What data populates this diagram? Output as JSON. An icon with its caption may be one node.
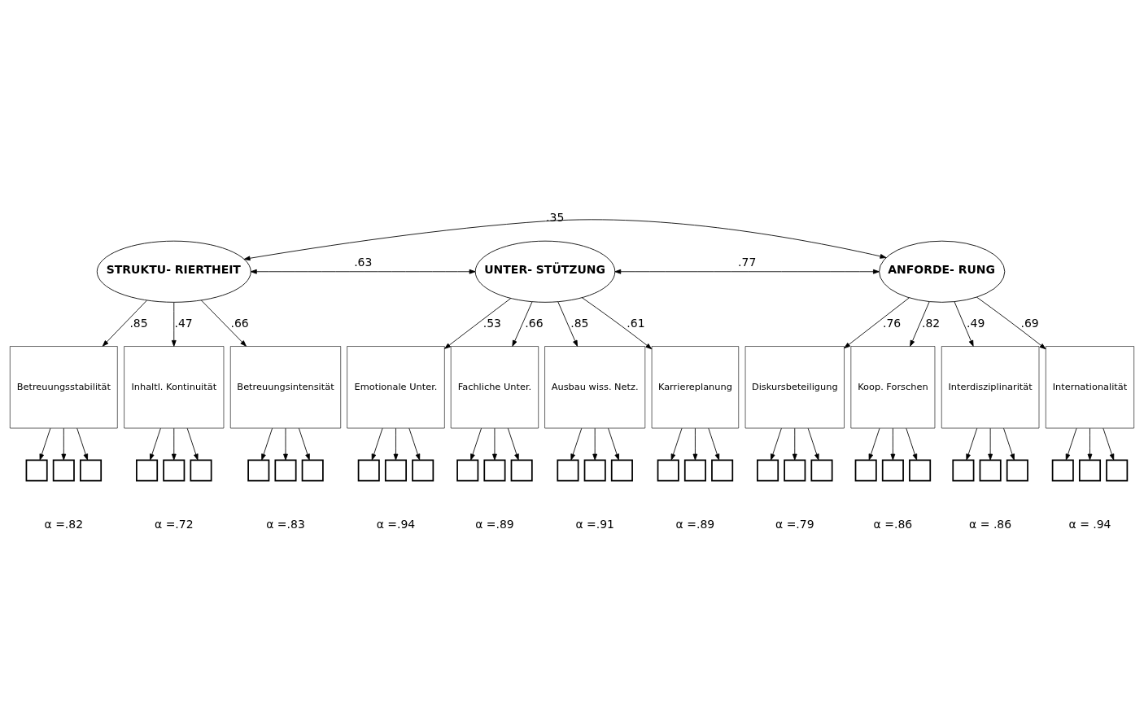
{
  "diagram": {
    "nodes": [
      {
        "text": [
          "STRUKTU- RIERTHEIT"
        ]
      },
      {
        "text": [
          "UNTER- STÜTZUNG"
        ]
      },
      {
        "text": [
          "ANFORDE- RUNG"
        ]
      },
      {
        "text": [
          "Betreuungsstabilität"
        ]
      },
      {
        "text": [
          "Inhaltl. Kontinuität"
        ]
      },
      {
        "text": [
          "Betreuungsintensität"
        ]
      },
      {
        "text": [
          "Emotionale Unter."
        ]
      },
      {
        "text": [
          "Fachliche Unter."
        ]
      },
      {
        "text": [
          "Ausbau wiss. Netz."
        ]
      },
      {
        "text": [
          "Karriereplanung"
        ]
      },
      {
        "text": [
          "Diskursbeteiligung"
        ]
      },
      {
        "text": [
          "Koop. Forschen"
        ]
      },
      {
        "text": [
          "Interdisziplinarität"
        ]
      },
      {
        "text": [
          "Internationalität"
        ]
      },
      {
        "text": [],
        "shape": "box"
      },
      {
        "text": [],
        "shape": "box"
      },
      {
        "text": [],
        "shape": "box"
      },
      {
        "text": [],
        "shape": "box"
      },
      {
        "text": [],
        "shape": "box"
      },
      {
        "text": [],
        "shape": "box"
      },
      {
        "text": [],
        "shape": "box"
      },
      {
        "text": [],
        "shape": "box"
      },
      {
        "text": [],
        "shape": "box"
      },
      {
        "text": [],
        "shape": "box"
      },
      {
        "text": [],
        "shape": "box"
      },
      {
        "text": [],
        "shape": "box"
      },
      {
        "text": [],
        "shape": "box"
      },
      {
        "text": [],
        "shape": "box"
      },
      {
        "text": [],
        "shape": "box"
      },
      {
        "text": [],
        "shape": "box"
      },
      {
        "text": [],
        "shape": "box"
      },
      {
        "text": [],
        "shape": "box"
      },
      {
        "text": [],
        "shape": "box"
      },
      {
        "text": [],
        "shape": "box"
      },
      {
        "text": [],
        "shape": "box"
      },
      {
        "text": [],
        "shape": "box"
      },
      {
        "text": [],
        "shape": "box"
      },
      {
        "text": [],
        "shape": "box"
      },
      {
        "text": [],
        "shape": "box"
      },
      {
        "text": [],
        "shape": "box"
      },
      {
        "text": [],
        "shape": "box"
      },
      {
        "text": [],
        "shape": "box"
      },
      {
        "text": [],
        "shape": "box"
      },
      {
        "text": [],
        "shape": "box"
      },
      {
        "text": [],
        "shape": "box"
      },
      {
        "text": [],
        "shape": "box"
      },
      {
        "text": [],
        "shape": "box"
      }
    ],
    "edges": [
      {
        "from": 0,
        "to": 2,
        "arrow": "both",
        "label": ".35"
      },
      {
        "from": 0,
        "to": 1,
        "arrow": "both",
        "label": ".63"
      },
      {
        "from": 1,
        "to": 2,
        "arrow": "both",
        "label": ".77"
      },
      {
        "from": 0,
        "to": 3,
        "arrow": "to",
        "label": ".85"
      },
      {
        "from": 0,
        "to": 4,
        "arrow": "to",
        "label": ".47"
      },
      {
        "from": 0,
        "to": 5,
        "arrow": "to",
        "label": ".66"
      },
      {
        "from": 1,
        "to": 6,
        "arrow": "to",
        "label": ".53"
      },
      {
        "from": 1,
        "to": 7,
        "arrow": "to",
        "label": ".66"
      },
      {
        "from": 1,
        "to": 8,
        "arrow": "to",
        "label": ".85"
      },
      {
        "from": 1,
        "to": 9,
        "arrow": "to",
        "label": ".61"
      },
      {
        "from": 2,
        "to": 10,
        "arrow": "to",
        "label": ".76"
      },
      {
        "from": 2,
        "to": 11,
        "arrow": "to",
        "label": ".82"
      },
      {
        "from": 2,
        "to": 12,
        "arrow": "to",
        "label": ".49"
      },
      {
        "from": 2,
        "to": 13,
        "arrow": "to",
        "label": ".69"
      },
      {
        "from": 3,
        "to": 14,
        "arrow": "to"
      },
      {
        "from": 3,
        "to": 15,
        "arrow": "to"
      },
      {
        "from": 3,
        "to": 16,
        "arrow": "to"
      },
      {
        "from": 4,
        "to": 17,
        "arrow": "to"
      },
      {
        "from": 4,
        "to": 18,
        "arrow": "to"
      },
      {
        "from": 4,
        "to": 19,
        "arrow": "to"
      },
      {
        "from": 5,
        "to": 20,
        "arrow": "to"
      },
      {
        "from": 5,
        "to": 21,
        "arrow": "to"
      },
      {
        "from": 5,
        "to": 22,
        "arrow": "to"
      },
      {
        "from": 6,
        "to": 23,
        "arrow": "to"
      },
      {
        "from": 6,
        "to": 24,
        "arrow": "to"
      },
      {
        "from": 6,
        "to": 25,
        "arrow": "to"
      },
      {
        "from": 7,
        "to": 26,
        "arrow": "to"
      },
      {
        "from": 7,
        "to": 27,
        "arrow": "to"
      },
      {
        "from": 7,
        "to": 28,
        "arrow": "to"
      },
      {
        "from": 8,
        "to": 29,
        "arrow": "to"
      },
      {
        "from": 8,
        "to": 30,
        "arrow": "to"
      },
      {
        "from": 8,
        "to": 31,
        "arrow": "to"
      },
      {
        "from": 9,
        "to": 32,
        "arrow": "to"
      },
      {
        "from": 9,
        "to": 33,
        "arrow": "to"
      },
      {
        "from": 9,
        "to": 34,
        "arrow": "to"
      },
      {
        "from": 10,
        "to": 35,
        "arrow": "to"
      },
      {
        "from": 10,
        "to": 36,
        "arrow": "to"
      },
      {
        "from": 10,
        "to": 37,
        "arrow": "to"
      },
      {
        "from": 11,
        "to": 38,
        "arrow": "to"
      },
      {
        "from": 11,
        "to": 39,
        "arrow": "to"
      },
      {
        "from": 11,
        "to": 40,
        "arrow": "to"
      },
      {
        "from": 12,
        "to": 41,
        "arrow": "to"
      },
      {
        "from": 12,
        "to": 42,
        "arrow": "to"
      },
      {
        "from": 12,
        "to": 43,
        "arrow": "to"
      },
      {
        "from": 13,
        "to": 44,
        "arrow": "to"
      },
      {
        "from": 13,
        "to": 45,
        "arrow": "to"
      },
      {
        "from": 13,
        "to": 46,
        "arrow": "to"
      }
    ],
    "labels": [
      "α =.82",
      "α =.72",
      "α =.83",
      "α =.94",
      "α =.89",
      "α =.91",
      "α =.89",
      "α =.79",
      "α =.86",
      "α = .86",
      "α = .94"
    ]
  }
}
